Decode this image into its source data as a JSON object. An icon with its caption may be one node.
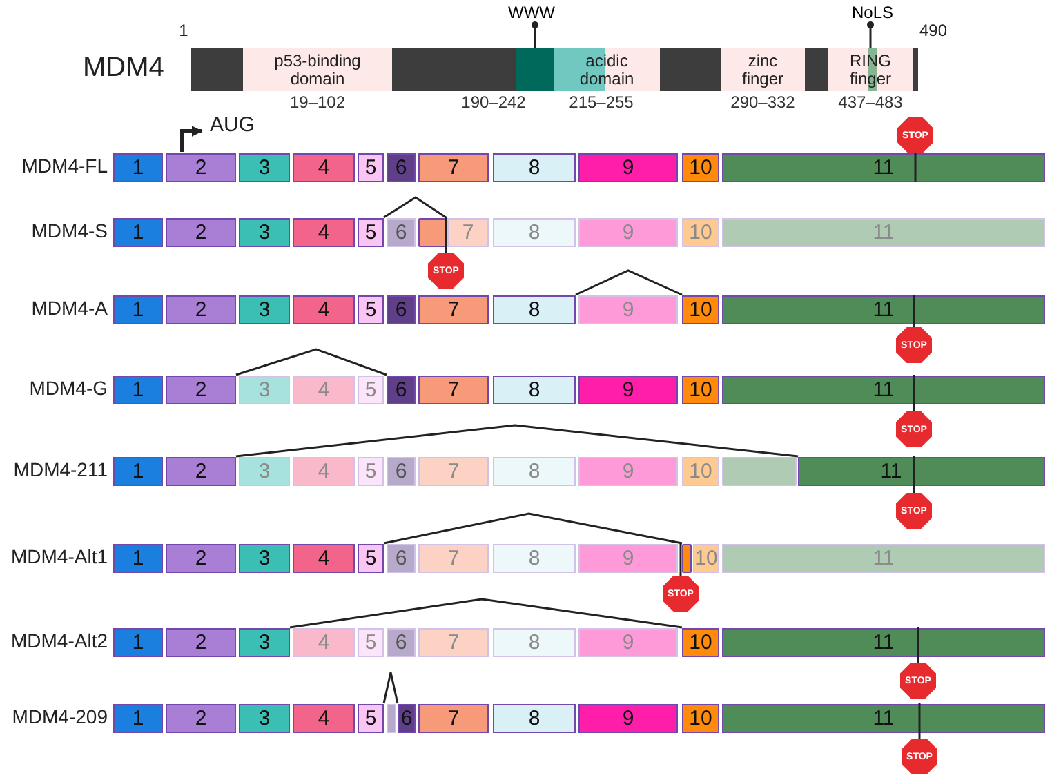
{
  "diagram": {
    "nodes": [
      {
        "text": [
          "WWW"
        ]
      },
      {
        "text": [
          "NoLS"
        ]
      },
      {
        "text": [],
        "shape": "bar"
      },
      {
        "text": [
          "p53-binding domain"
        ],
        "in": 2,
        "beside": [
          "19–102"
        ]
      },
      {
        "text": [],
        "shape": "box",
        "in": 2,
        "beside": [
          "190–242"
        ]
      },
      {
        "text": [
          "acidic domain"
        ],
        "in": 2,
        "beside": [
          "215–255"
        ]
      },
      {
        "text": [
          "zinc finger"
        ],
        "in": 2,
        "beside": [
          "290–332"
        ]
      },
      {
        "text": [
          "RING finger"
        ],
        "in": 2,
        "beside": [
          "437–483"
        ]
      },
      {
        "text": [
          "1"
        ]
      },
      {
        "text": [
          "2"
        ]
      },
      {
        "text": [
          "3"
        ]
      },
      {
        "text": [
          "4"
        ]
      },
      {
        "text": [
          "5"
        ]
      },
      {
        "text": [
          "6"
        ]
      },
      {
        "text": [
          "7"
        ]
      },
      {
        "text": [
          "8"
        ]
      },
      {
        "text": [
          "9"
        ]
      },
      {
        "text": [
          "10"
        ]
      },
      {
        "text": [
          "11"
        ]
      },
      {
        "text": [
          "STOP"
        ]
      },
      {
        "text": [
          "1"
        ]
      },
      {
        "text": [
          "2"
        ]
      },
      {
        "text": [
          "3"
        ]
      },
      {
        "text": [
          "4"
        ]
      },
      {
        "text": [
          "5"
        ]
      },
      {
        "text": [
          "6"
        ]
      },
      {
        "text": [],
        "shape": "box"
      },
      {
        "text": [
          "7"
        ]
      },
      {
        "text": [
          "8"
        ]
      },
      {
        "text": [
          "9"
        ]
      },
      {
        "text": [
          "10"
        ]
      },
      {
        "text": [
          "11"
        ]
      },
      {
        "text": [
          "STOP"
        ]
      },
      {
        "text": [
          "1"
        ]
      },
      {
        "text": [
          "2"
        ]
      },
      {
        "text": [
          "3"
        ]
      },
      {
        "text": [
          "4"
        ]
      },
      {
        "text": [
          "5"
        ]
      },
      {
        "text": [
          "6"
        ]
      },
      {
        "text": [
          "7"
        ]
      },
      {
        "text": [
          "8"
        ]
      },
      {
        "text": [
          "9"
        ]
      },
      {
        "text": [
          "10"
        ]
      },
      {
        "text": [
          "11"
        ]
      },
      {
        "text": [
          "STOP"
        ]
      },
      {
        "text": [
          "1"
        ]
      },
      {
        "text": [
          "2"
        ]
      },
      {
        "text": [
          "3"
        ]
      },
      {
        "text": [
          "4"
        ]
      },
      {
        "text": [
          "5"
        ]
      },
      {
        "text": [
          "6"
        ]
      },
      {
        "text": [
          "7"
        ]
      },
      {
        "text": [
          "8"
        ]
      },
      {
        "text": [
          "9"
        ]
      },
      {
        "text": [
          "10"
        ]
      },
      {
        "text": [
          "11"
        ]
      },
      {
        "text": [
          "STOP"
        ]
      },
      {
        "text": [
          "1"
        ]
      },
      {
        "text": [
          "2"
        ]
      },
      {
        "text": [
          "3"
        ]
      },
      {
        "text": [
          "4"
        ]
      },
      {
        "text": [
          "5"
        ]
      },
      {
        "text": [
          "6"
        ]
      },
      {
        "text": [
          "7"
        ]
      },
      {
        "text": [
          "8"
        ]
      },
      {
        "text": [
          "9"
        ]
      },
      {
        "text": [
          "10"
        ]
      },
      {
        "text": [],
        "shape": "box"
      },
      {
        "text": [
          "11"
        ]
      },
      {
        "text": [
          "STOP"
        ]
      },
      {
        "text": [
          "1"
        ]
      },
      {
        "text": [
          "2"
        ]
      },
      {
        "text": [
          "3"
        ]
      },
      {
        "text": [
          "4"
        ]
      },
      {
        "text": [
          "5"
        ]
      },
      {
        "text": [
          "6"
        ]
      },
      {
        "text": [
          "7"
        ]
      },
      {
        "text": [
          "8"
        ]
      },
      {
        "text": [
          "9"
        ]
      },
      {
        "text": [],
        "shape": "box"
      },
      {
        "text": [
          "10"
        ]
      },
      {
        "text": [
          "11"
        ]
      },
      {
        "text": [
          "STOP"
        ]
      },
      {
        "text": [
          "1"
        ]
      },
      {
        "text": [
          "2"
        ]
      },
      {
        "text": [
          "3"
        ]
      },
      {
        "text": [
          "4"
        ]
      },
      {
        "text": [
          "5"
        ]
      },
      {
        "text": [
          "6"
        ]
      },
      {
        "text": [
          "7"
        ]
      },
      {
        "text": [
          "8"
        ]
      },
      {
        "text": [
          "9"
        ]
      },
      {
        "text": [
          "10"
        ]
      },
      {
        "text": [
          "11"
        ]
      },
      {
        "text": [
          "STOP"
        ]
      },
      {
        "text": [
          "1"
        ]
      },
      {
        "text": [
          "2"
        ]
      },
      {
        "text": [
          "3"
        ]
      },
      {
        "text": [
          "4"
        ]
      },
      {
        "text": [
          "5"
        ]
      },
      {
        "text": [],
        "shape": "box"
      },
      {
        "text": [
          "6"
        ]
      },
      {
        "text": [
          "7"
        ]
      },
      {
        "text": [
          "8"
        ]
      },
      {
        "text": [
          "9"
        ]
      },
      {
        "text": [
          "10"
        ]
      },
      {
        "text": [
          "11"
        ]
      },
      {
        "text": [
          "STOP"
        ]
      }
    ],
    "edges": [
      {
        "from": 0,
        "to": 4,
        "arrow": "other"
      },
      {
        "from": 1,
        "to": 7,
        "arrow": "other"
      },
      {
        "from": 19,
        "to": 18,
        "arrow": "none"
      },
      {
        "from": 24,
        "to": 26,
        "arrow": "none"
      },
      {
        "from": 32,
        "to": 26,
        "arrow": "none"
      },
      {
        "from": 40,
        "to": 42,
        "arrow": "none"
      },
      {
        "from": 44,
        "to": 43,
        "arrow": "none"
      },
      {
        "from": 46,
        "to": 50,
        "arrow": "none"
      },
      {
        "from": 56,
        "to": 55,
        "arrow": "none"
      },
      {
        "from": 58,
        "to": 68,
        "arrow": "none"
      },
      {
        "from": 69,
        "to": 68,
        "arrow": "none"
      },
      {
        "from": 74,
        "to": 79,
        "arrow": "none"
      },
      {
        "from": 82,
        "to": 79,
        "arrow": "none"
      },
      {
        "from": 85,
        "to": 92,
        "arrow": "none"
      },
      {
        "from": 94,
        "to": 93,
        "arrow": "none"
      },
      {
        "from": 99,
        "to": 101,
        "arrow": "none"
      },
      {
        "from": 107,
        "to": 106,
        "arrow": "none"
      }
    ],
    "labels": [
      "1",
      "490",
      "MDM4",
      "AUG",
      "MDM4-FL",
      "MDM4-S",
      "MDM4-A",
      "MDM4-G",
      "MDM4-211",
      "MDM4-Alt1",
      "MDM4-Alt2",
      "MDM4-209"
    ]
  }
}
